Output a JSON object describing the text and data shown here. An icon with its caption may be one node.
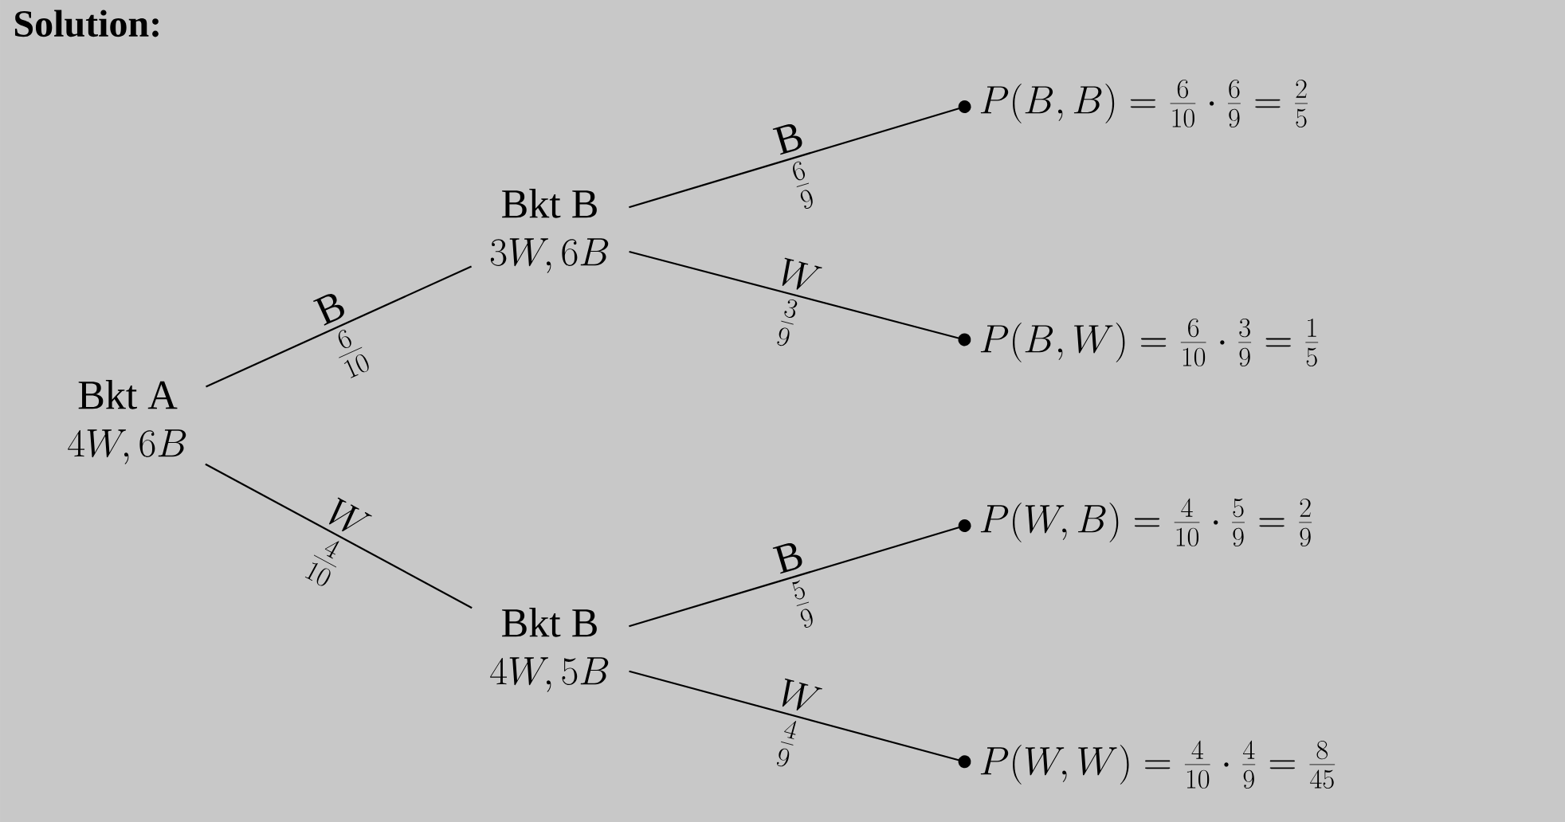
{
  "diagram": {
    "title": "Solution:",
    "nodes": [
      {
        "text": [
          "Bkt A",
          "4W, 6B"
        ]
      },
      {
        "text": [
          "Bkt B",
          "3W, 6B"
        ]
      },
      {
        "text": [
          "Bkt B",
          "4W, 5B"
        ]
      },
      {
        "text": [
          "P(B, B) = \\frac{6}{10} \\cdot \\frac{6}{9} = \\frac{2}{5}"
        ]
      },
      {
        "text": [
          "P(B, W) = \\frac{6}{10} \\cdot \\frac{3}{9} = \\frac{1}{5}"
        ]
      },
      {
        "text": [
          "P(W, B) = \\frac{4}{10} \\cdot \\frac{5}{9} = \\frac{2}{9}"
        ]
      },
      {
        "text": [
          "P(W, W) = \\frac{4}{10} \\cdot \\frac{4}{9} = \\frac{8}{45}"
        ]
      }
    ],
    "edges": [
      {
        "from": 0,
        "to": 1,
        "arrow": "none",
        "label": "B"
      },
      {
        "from": 0,
        "to": 2,
        "arrow": "none",
        "label": "W"
      },
      {
        "from": 1,
        "to": 3,
        "arrow": "other",
        "label": "B"
      },
      {
        "from": 1,
        "to": 4,
        "arrow": "other",
        "label": "W"
      },
      {
        "from": 2,
        "to": 5,
        "arrow": "other",
        "label": "B"
      },
      {
        "from": 2,
        "to": 6,
        "arrow": "other",
        "label": "W"
      }
    ],
    "labels": [
      "\\frac{6}{10}",
      "\\frac{4}{10}",
      "\\frac{6}{9}",
      "\\frac{3}{9}",
      "\\frac{5}{9}",
      "\\frac{4}{9}"
    ]
  }
}
